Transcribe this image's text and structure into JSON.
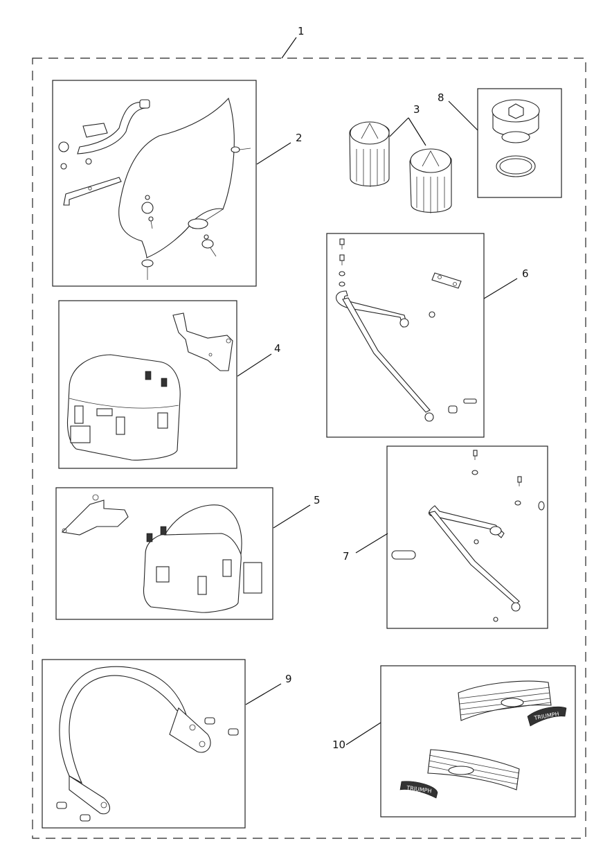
{
  "diagram": {
    "type": "exploded-parts-diagram",
    "kit_label": "1",
    "callouts": [
      {
        "id": "c1",
        "label": "1"
      },
      {
        "id": "c2",
        "label": "2"
      },
      {
        "id": "c3",
        "label": "3"
      },
      {
        "id": "c4",
        "label": "4"
      },
      {
        "id": "c5",
        "label": "5"
      },
      {
        "id": "c6",
        "label": "6"
      },
      {
        "id": "c7",
        "label": "7"
      },
      {
        "id": "c8",
        "label": "8"
      },
      {
        "id": "c9",
        "label": "9"
      },
      {
        "id": "c10",
        "label": "10"
      }
    ],
    "brand_texts": {
      "badge_upper": "TRIUMPH",
      "badge_lower": "TRIUMPH"
    }
  }
}
